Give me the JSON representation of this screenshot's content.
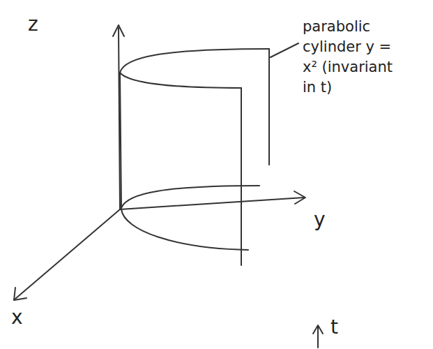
{
  "diagram": {
    "labels": [
      "z",
      "y",
      "x",
      "parabolic cylinder y = x² (invariant in t)",
      "t"
    ]
  }
}
